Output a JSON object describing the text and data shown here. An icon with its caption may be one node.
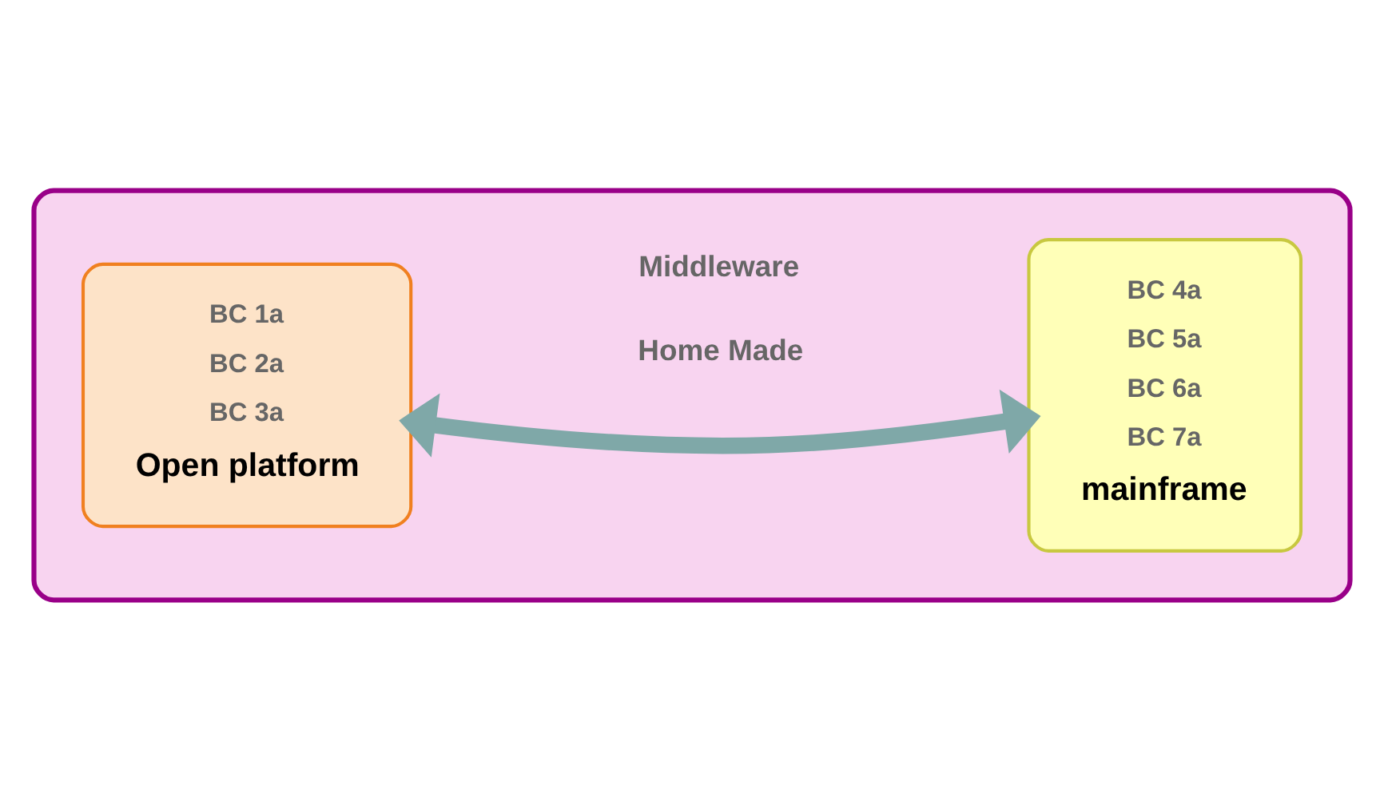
{
  "diagram": {
    "nodes": [
      {
        "text": [],
        "shape": "box"
      },
      {
        "text": [
          "BC 1a",
          "BC 2a",
          "BC 3a",
          "Open platform"
        ],
        "in": 0
      },
      {
        "text": [
          "BC 4a",
          "BC 5a",
          "BC 6a",
          "BC 7a",
          "mainframe"
        ],
        "in": 0
      }
    ],
    "edges": [
      {
        "from": 1,
        "to": 2,
        "arrow": "both",
        "label": "Home Made"
      }
    ],
    "labels": [
      "Middleware"
    ]
  }
}
